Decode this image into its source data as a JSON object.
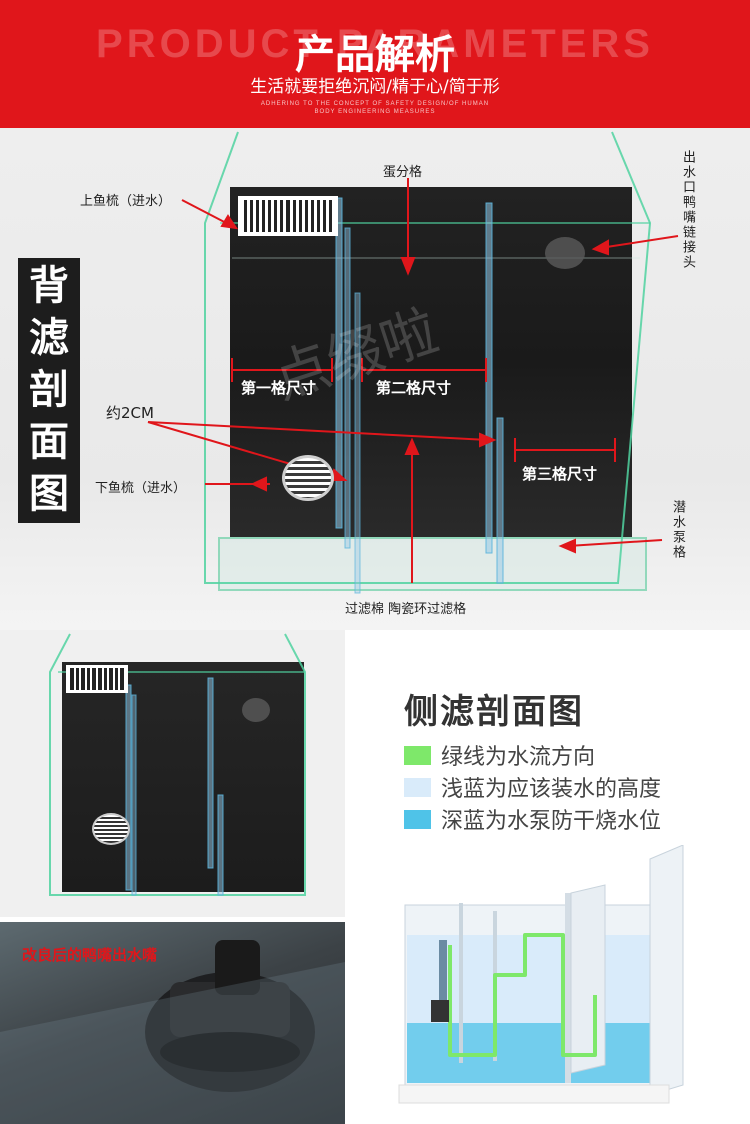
{
  "header": {
    "watermark": "PRODUCT PARAMETERS",
    "title": "产品解析",
    "subtitle": "生活就要拒绝沉闷/精于心/简于形",
    "small_line1": "ADHERING TO THE CONCEPT OF SAFETY DESIGN/OF HUMAN",
    "small_line2": "BODY ENGINEERING MEASURES"
  },
  "main_photo": {
    "side_title": [
      "背",
      "滤",
      "剖",
      "面",
      "图"
    ],
    "labels": {
      "top_comb": "上鱼梳（进水）",
      "egg_grid": "蛋分格",
      "outlet": "出水口鸭嘴链接头",
      "about_2cm": "约2CM",
      "bottom_comb": "下鱼梳（进水）",
      "pump": "潜水泵格",
      "filter": "过滤棉 陶瓷环过滤格"
    },
    "dimensions": {
      "first": "第一格尺寸",
      "second": "第二格尺寸",
      "third": "第三格尺寸"
    },
    "watermark": "点缀啦"
  },
  "side_panel": {
    "title": "侧滤剖面图",
    "legend": [
      {
        "color": "#7ee86a",
        "text": "绿线为水流方向"
      },
      {
        "color": "#d9ebfa",
        "text": "浅蓝为应该装水的高度"
      },
      {
        "color": "#4fc3e8",
        "text": "深蓝为水泵防干烧水位"
      }
    ]
  },
  "bottom_photo": {
    "caption": "改良后的鸭嘴出水嘴"
  }
}
